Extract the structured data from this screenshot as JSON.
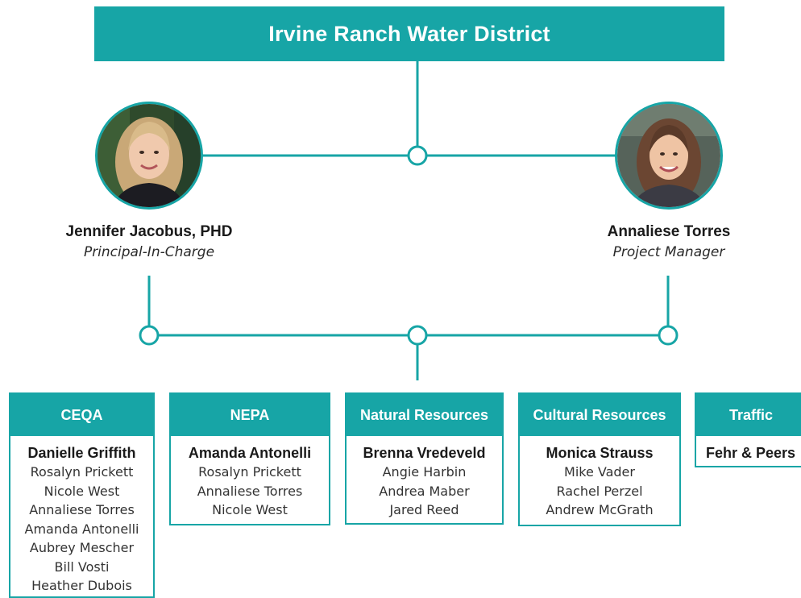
{
  "org": {
    "title": "Irvine Ranch Water District",
    "accent": "#17a5a6",
    "leaders": [
      {
        "name": "Jennifer Jacobus, PHD",
        "role": "Principal-In-Charge"
      },
      {
        "name": "Annaliese Torres",
        "role": "Project Manager"
      }
    ],
    "teams": [
      {
        "title": "CEQA",
        "lead": "Danielle Griffith",
        "members": [
          "Rosalyn Prickett",
          "Nicole West",
          "Annaliese Torres",
          "Amanda Antonelli",
          "Aubrey Mescher",
          "Bill Vosti",
          "Heather Dubois"
        ]
      },
      {
        "title": "NEPA",
        "lead": "Amanda Antonelli",
        "members": [
          "Rosalyn Prickett",
          "Annaliese Torres",
          "Nicole West"
        ]
      },
      {
        "title": "Natural Resources",
        "lead": "Brenna Vredeveld",
        "members": [
          "Angie Harbin",
          "Andrea Maber",
          "Jared Reed"
        ]
      },
      {
        "title": "Cultural Resources",
        "lead": "Monica Strauss",
        "members": [
          "Mike Vader",
          "Rachel Perzel",
          "Andrew McGrath"
        ]
      },
      {
        "title": "Traffic",
        "lead": "Fehr & Peers",
        "members": []
      }
    ]
  }
}
